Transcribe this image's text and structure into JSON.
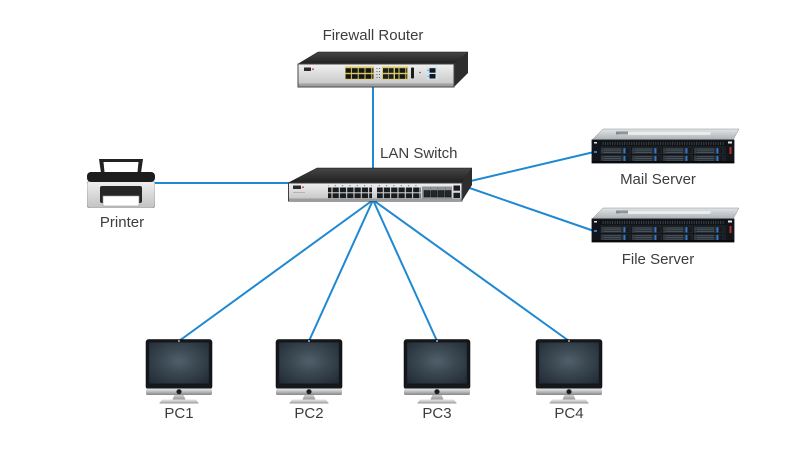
{
  "colors": {
    "background": "#ffffff",
    "connection_line": "#1e88d2",
    "label_text": "#3d3d3d"
  },
  "nodes": {
    "firewall_router": {
      "label": "Firewall Router",
      "icon": "router-icon"
    },
    "lan_switch": {
      "label": "LAN Switch",
      "icon": "switch-icon"
    },
    "printer": {
      "label": "Printer",
      "icon": "printer-icon"
    },
    "mail_server": {
      "label": "Mail Server",
      "icon": "server-icon"
    },
    "file_server": {
      "label": "File Server",
      "icon": "server-icon"
    },
    "pc1": {
      "label": "PC1",
      "icon": "desktop-computer-icon"
    },
    "pc2": {
      "label": "PC2",
      "icon": "desktop-computer-icon"
    },
    "pc3": {
      "label": "PC3",
      "icon": "desktop-computer-icon"
    },
    "pc4": {
      "label": "PC4",
      "icon": "desktop-computer-icon"
    }
  },
  "connections": [
    {
      "from": "firewall_router",
      "to": "lan_switch"
    },
    {
      "from": "printer",
      "to": "lan_switch"
    },
    {
      "from": "lan_switch",
      "to": "mail_server"
    },
    {
      "from": "lan_switch",
      "to": "file_server"
    },
    {
      "from": "lan_switch",
      "to": "pc1"
    },
    {
      "from": "lan_switch",
      "to": "pc2"
    },
    {
      "from": "lan_switch",
      "to": "pc3"
    },
    {
      "from": "lan_switch",
      "to": "pc4"
    }
  ]
}
